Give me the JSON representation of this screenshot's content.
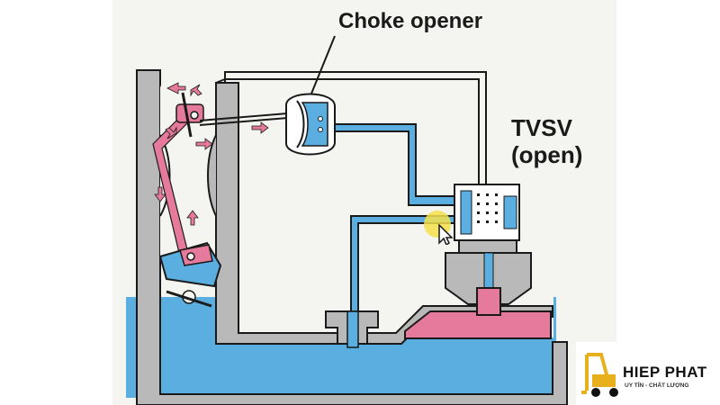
{
  "labels": {
    "choke_opener": "Choke opener",
    "tvsv_line1": "TVSV",
    "tvsv_line2": "(open)"
  },
  "watermark": {
    "brand": "HIEP PHAT",
    "tagline": "UY TÍN - CHẤT LƯỢNG",
    "icon": "forklift-icon"
  },
  "colors": {
    "fuel_blue": "#5aaee0",
    "air_pink": "#e67a9c",
    "body_gray": "#b9b9b9",
    "outline": "#1a1a1a",
    "cursor_highlight": "#f5e14a",
    "logo_gold": "#e8b01d"
  }
}
